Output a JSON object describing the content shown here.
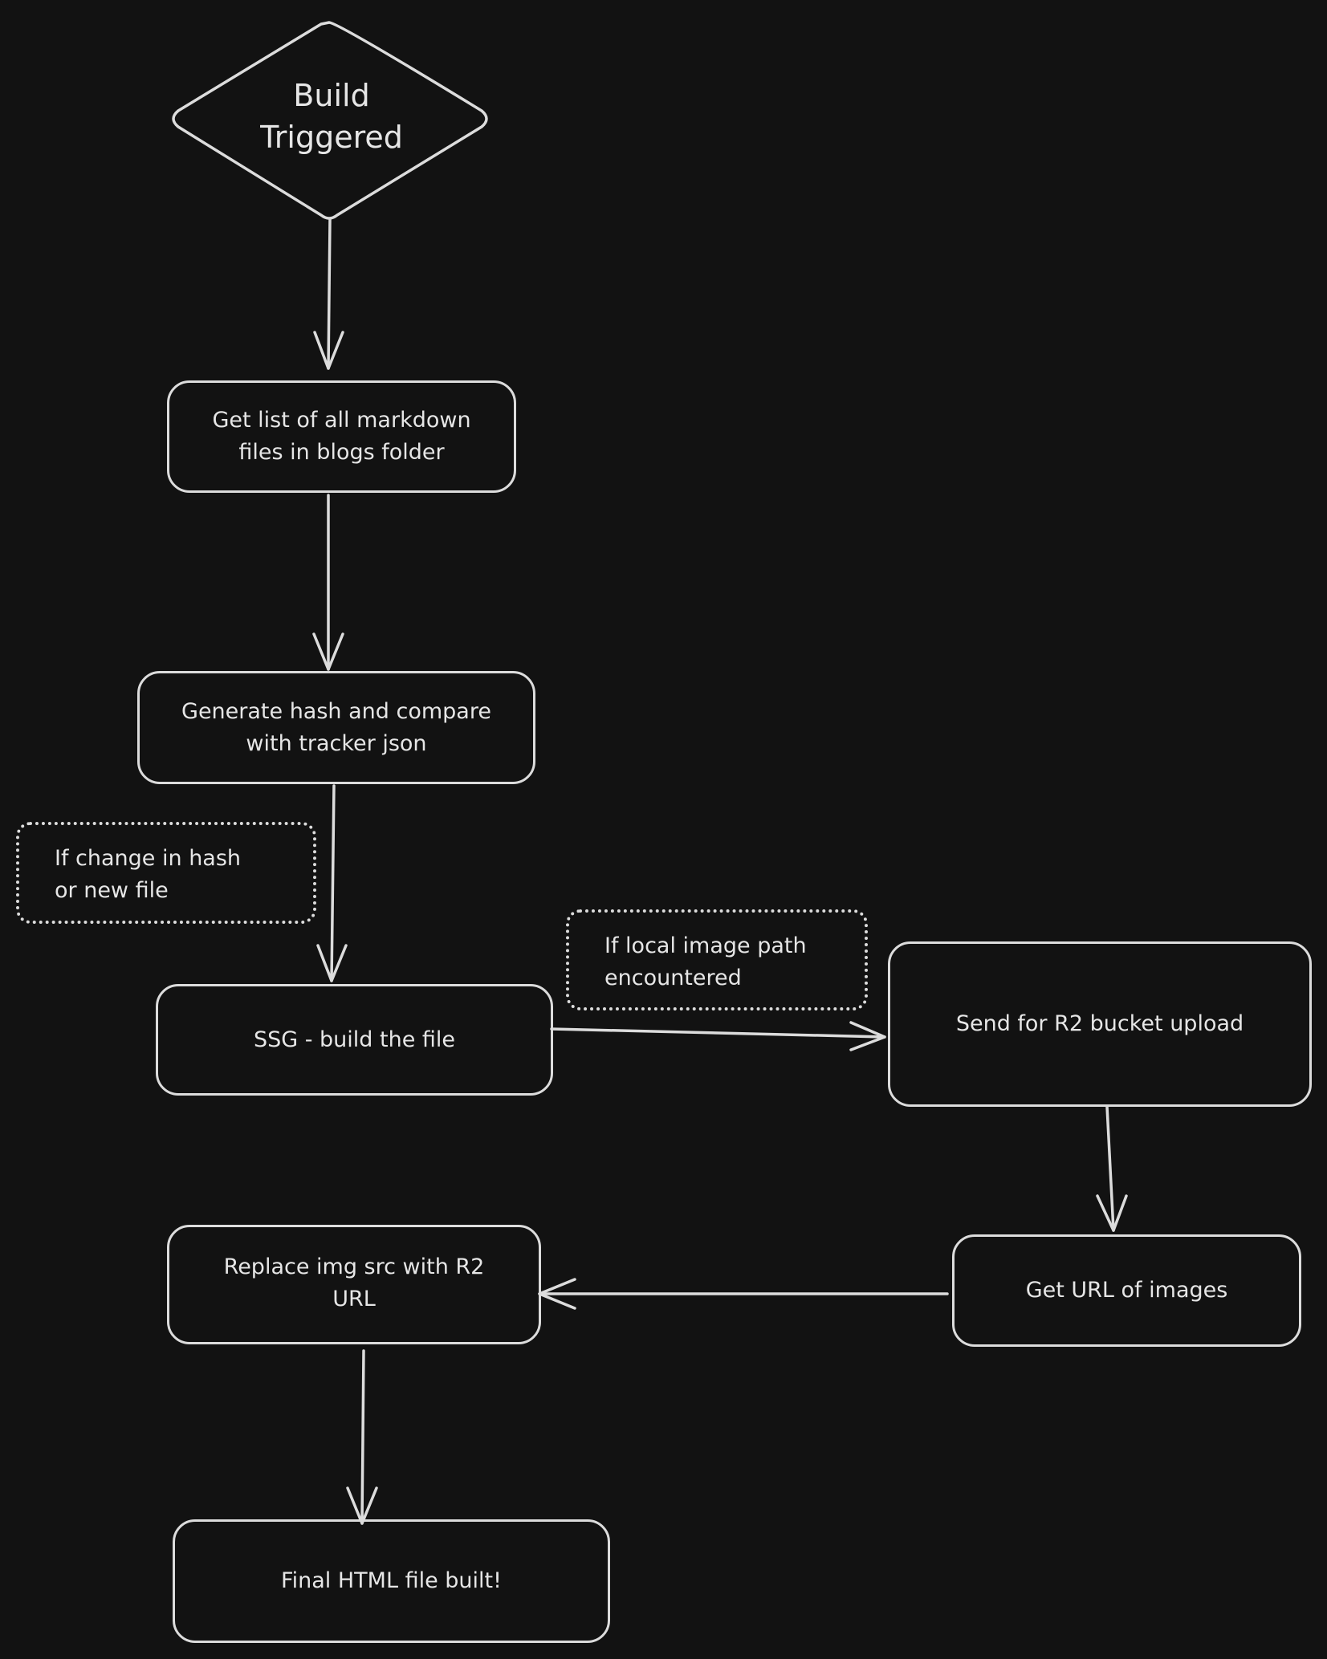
{
  "colors": {
    "background": "#121212",
    "stroke": "#dcdcdc",
    "text": "#e6e6e6"
  },
  "nodes": {
    "start": {
      "lines": [
        "Build",
        "Triggered"
      ]
    },
    "list_files": {
      "lines": [
        "Get list of all markdown",
        "files in blogs folder"
      ]
    },
    "hash_compare": {
      "lines": [
        "Generate hash and compare",
        "with tracker json"
      ]
    },
    "ssg_build": {
      "lines": [
        "SSG - build the file"
      ]
    },
    "r2_upload": {
      "lines": [
        "Send for R2 bucket upload"
      ]
    },
    "get_url": {
      "lines": [
        "Get URL of images"
      ]
    },
    "replace_src": {
      "lines": [
        "Replace img src with R2",
        "URL"
      ]
    },
    "final": {
      "lines": [
        "Final HTML file built!"
      ]
    }
  },
  "notes": {
    "hash_change": {
      "lines": [
        "If change in hash",
        "or new file"
      ]
    },
    "local_image": {
      "lines": [
        "If local image path",
        "encountered"
      ]
    }
  }
}
